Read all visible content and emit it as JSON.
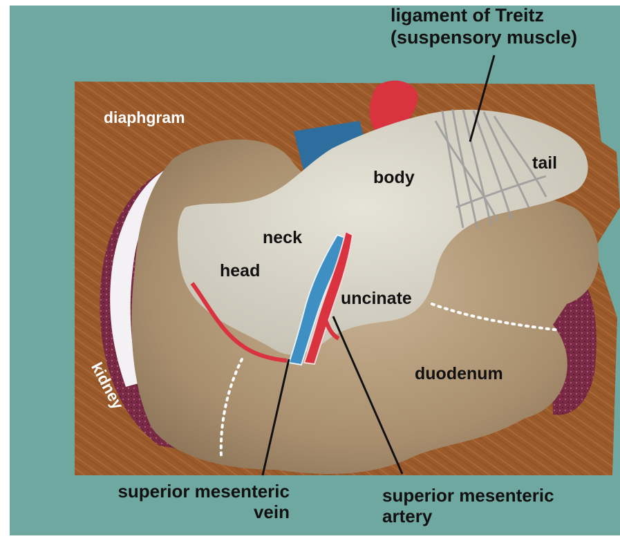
{
  "labels": {
    "ligament_line1": "ligament of Treitz",
    "ligament_line2": "(suspensory muscle)",
    "diaphragm": "diaphgram",
    "body": "body",
    "tail": "tail",
    "neck": "neck",
    "head": "head",
    "uncinate": "uncinate",
    "kidney": "kidney",
    "duodenum": "duodenum",
    "smv_line1": "superior mesenteric",
    "smv_line2": "vein",
    "sma_line1": "superior mesenteric",
    "sma_line2": "artery"
  },
  "colors": {
    "background": "#6fa8a1",
    "diaphragm": "#9b5a2a",
    "pancreas": "#d8d5c9",
    "duodenum": "#b59e7f",
    "kidney": "#7a2944",
    "vein": "#3d8fc4",
    "artery": "#d8333f"
  }
}
